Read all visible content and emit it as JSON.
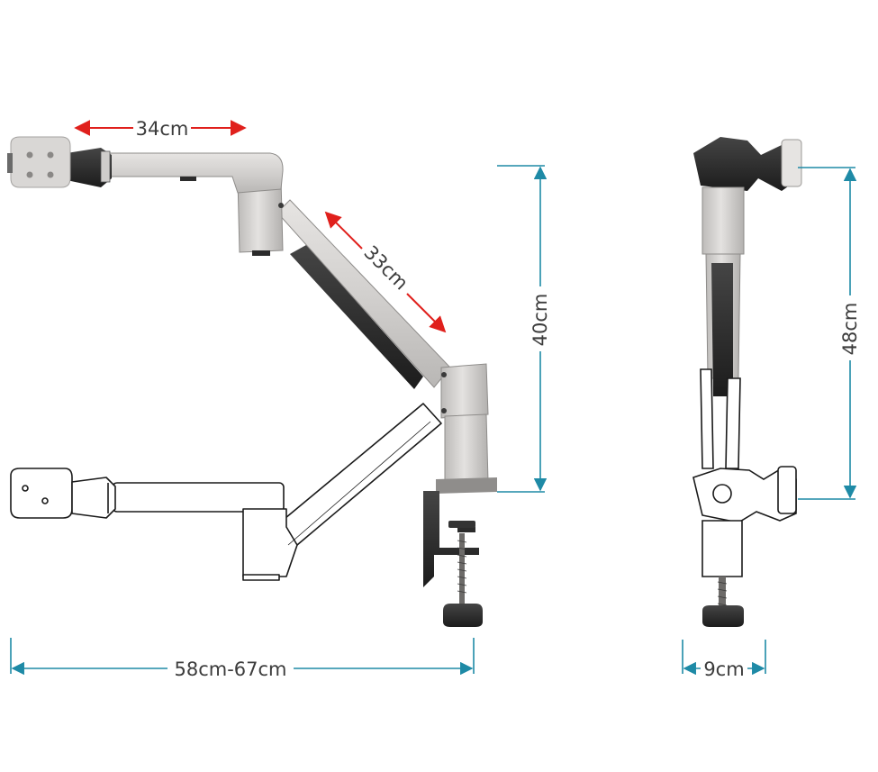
{
  "dimensions": {
    "arm_front": "34cm",
    "arm_diagonal": "33cm",
    "height_front": "40cm",
    "width_total": "58cm-67cm",
    "height_side": "48cm",
    "width_side": "9cm"
  },
  "colors": {
    "red_arrow": "#e0201c",
    "blue_dimension": "#1e8aa6",
    "arm_grey": "#d6d4d2",
    "dark_part": "#2b2b2b",
    "outline": "#1a1a1a",
    "text": "#3c3c3c"
  }
}
